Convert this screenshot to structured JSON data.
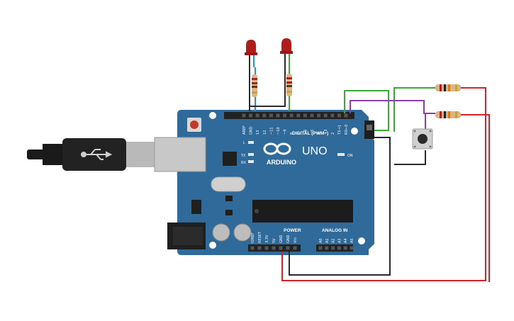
{
  "board": {
    "brand": "ARDUINO",
    "model": "UNO",
    "digital_header_label": "DIGITAL (PWM~)",
    "power_label": "POWER",
    "analog_label": "ANALOG IN",
    "on_label": "ON",
    "led_l": "L",
    "led_tx": "TX",
    "led_rx": "RX",
    "digital_pins": [
      "AREF",
      "GND",
      "13",
      "12",
      "~11",
      "~10",
      "~9",
      "8",
      "7",
      "~6",
      "~5",
      "4",
      "~3",
      "2",
      "TX→1",
      "RX←0"
    ],
    "power_pins": [
      "IOREF",
      "RESET",
      "3.3V",
      "5V",
      "GND",
      "GND",
      "Vin"
    ],
    "analog_pins": [
      "A0",
      "A1",
      "A2",
      "A3",
      "A4",
      "A5"
    ],
    "colors": {
      "board": "#2f6a9a",
      "board_dark": "#24557d",
      "header": "#222222"
    }
  },
  "components": {
    "leds": [
      {
        "name": "led-left",
        "color": "#b01c1c"
      },
      {
        "name": "led-right",
        "color": "#b01c1c"
      }
    ],
    "usb_cable": {
      "icon": "usb-icon"
    },
    "pushbutton": {
      "icon": "pushbutton-icon"
    }
  },
  "wires": {
    "colors": {
      "red": "#d42027",
      "black": "#2a2a2a",
      "green": "#3aa935",
      "purple": "#8a3ea8",
      "blue": "#2a8fd8"
    }
  }
}
